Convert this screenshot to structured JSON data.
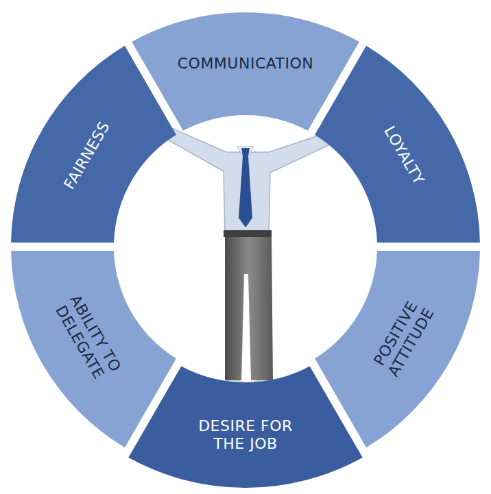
{
  "diagram": {
    "nodes": [
      {
        "text": [
          "COMMUNICATION"
        ]
      },
      {
        "text": [
          "LOYALTY"
        ]
      },
      {
        "text": [
          "POSITIVE ATTITUDE"
        ]
      },
      {
        "text": [
          "DESIRE FOR THE JOB"
        ]
      },
      {
        "text": [
          "ABILITY TO DELEGATE"
        ]
      },
      {
        "text": [
          "FAIRNESS"
        ]
      }
    ]
  }
}
